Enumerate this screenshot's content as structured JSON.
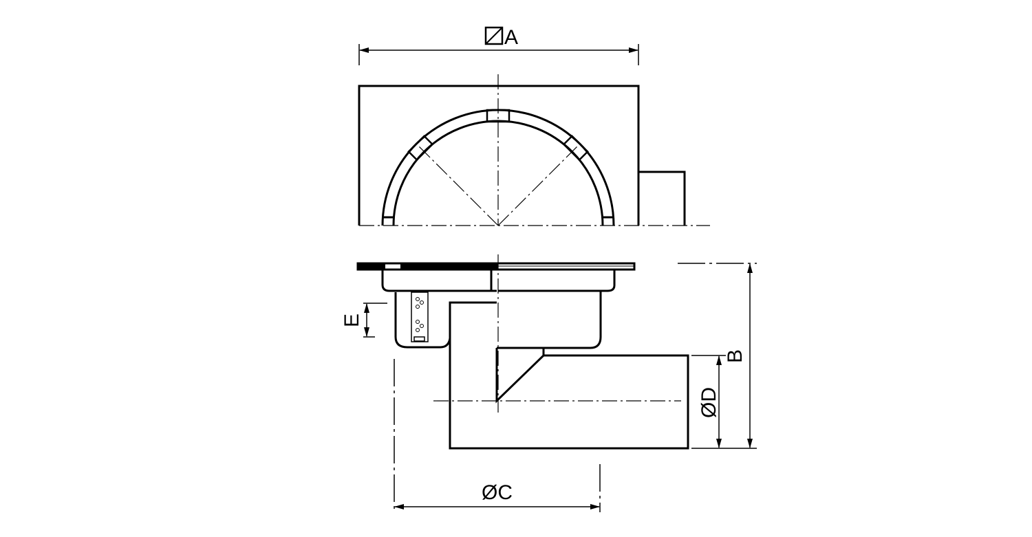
{
  "drawing": {
    "dimensions": {
      "a": {
        "label": "A",
        "symbol": "square-diameter"
      },
      "b": {
        "label": "B"
      },
      "c": {
        "label": "ØC"
      },
      "d": {
        "label": "ØD"
      },
      "e": {
        "label": "E"
      }
    },
    "colors": {
      "line": "#000000",
      "background": "#ffffff"
    }
  }
}
